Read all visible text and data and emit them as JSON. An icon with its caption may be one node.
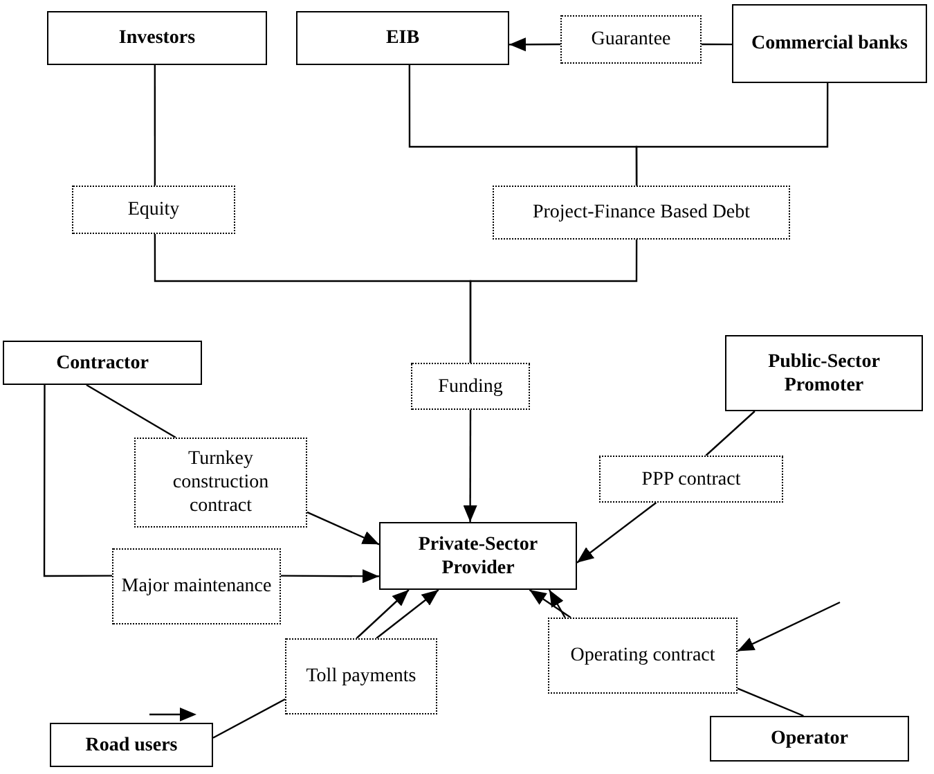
{
  "diagram": {
    "nodes": [
      {
        "text": [
          "Investors"
        ]
      },
      {
        "text": [
          "EIB"
        ]
      },
      {
        "text": [
          "Guarantee"
        ]
      },
      {
        "text": [
          "Commercial banks"
        ]
      },
      {
        "text": [
          "Equity"
        ]
      },
      {
        "text": [
          "Project-Finance Based Debt"
        ]
      },
      {
        "text": [
          "Funding"
        ]
      },
      {
        "text": [
          "Contractor"
        ]
      },
      {
        "text": [
          "Public-Sector Promoter"
        ]
      },
      {
        "text": [
          "Turnkey construction contract"
        ]
      },
      {
        "text": [
          "PPP contract"
        ]
      },
      {
        "text": [
          "Private-Sector Provider"
        ]
      },
      {
        "text": [
          "Major maintenance"
        ]
      },
      {
        "text": [
          "Toll payments"
        ]
      },
      {
        "text": [
          "Operating contract"
        ]
      },
      {
        "text": [
          "Road users"
        ]
      },
      {
        "text": [
          "Operator"
        ]
      }
    ],
    "edges": [
      {
        "from": 3,
        "to": 2,
        "arrow": "none"
      },
      {
        "from": 2,
        "to": 1,
        "arrow": "to"
      },
      {
        "from": 1,
        "to": 5,
        "arrow": "none"
      },
      {
        "from": 3,
        "to": 5,
        "arrow": "none"
      },
      {
        "from": 0,
        "to": 4,
        "arrow": "none"
      },
      {
        "from": 4,
        "to": 6,
        "arrow": "none"
      },
      {
        "from": 5,
        "to": 6,
        "arrow": "none"
      },
      {
        "from": 6,
        "to": 11,
        "arrow": "to"
      },
      {
        "from": 7,
        "to": 9,
        "arrow": "none"
      },
      {
        "from": 9,
        "to": 11,
        "arrow": "to"
      },
      {
        "from": 7,
        "to": 12,
        "arrow": "none"
      },
      {
        "from": 12,
        "to": 11,
        "arrow": "to"
      },
      {
        "from": 8,
        "to": 10,
        "arrow": "none"
      },
      {
        "from": 10,
        "to": 11,
        "arrow": "to"
      },
      {
        "from": 15,
        "to": 13,
        "arrow": "none"
      },
      {
        "from": 13,
        "to": 11,
        "arrow": "to"
      },
      {
        "from": 13,
        "to": 11,
        "arrow": "to"
      },
      {
        "from": 16,
        "to": 14,
        "arrow": "none"
      },
      {
        "from": 14,
        "to": 11,
        "arrow": "to"
      },
      {
        "from": 14,
        "to": 11,
        "arrow": "to"
      },
      {
        "from": null,
        "to": 14,
        "arrow": "to"
      }
    ]
  }
}
